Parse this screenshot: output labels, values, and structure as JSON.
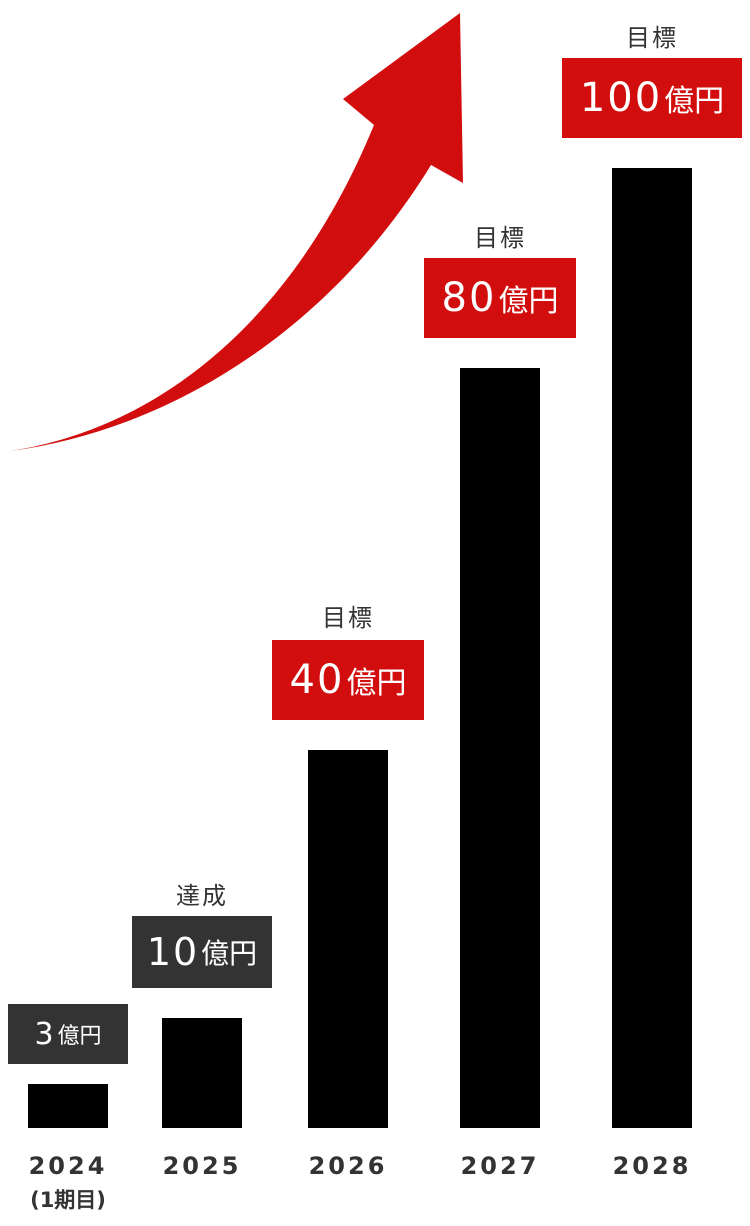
{
  "chart_data": {
    "type": "bar",
    "title": "",
    "xlabel": "",
    "ylabel": "",
    "unit": "億円",
    "categories": [
      "2024",
      "2025",
      "2026",
      "2027",
      "2028"
    ],
    "category_sublabels": [
      "(1期目)",
      "",
      "",
      "",
      ""
    ],
    "values": [
      3,
      10,
      40,
      80,
      100
    ],
    "status_labels": [
      "",
      "達成",
      "目標",
      "目標",
      "目標"
    ],
    "value_labels": [
      "3億円",
      "10億円",
      "40億円",
      "80億円",
      "100億円"
    ],
    "ylim": [
      0,
      100
    ],
    "grid": false,
    "legend": null,
    "annotations": [
      "Red upward curved arrow indicating growth"
    ]
  },
  "colors": {
    "bar": "#000000",
    "achieved_box": "#333333",
    "target_box": "#d20d0d",
    "arrow": "#d20d0d",
    "text": "#333333"
  },
  "bars": [
    {
      "year": "2024",
      "sub": "(1期目)",
      "status": "",
      "num": "3",
      "unit": "億円"
    },
    {
      "year": "2025",
      "sub": "",
      "status": "達成",
      "num": "10",
      "unit": "億円"
    },
    {
      "year": "2026",
      "sub": "",
      "status": "目標",
      "num": "40",
      "unit": "億円"
    },
    {
      "year": "2027",
      "sub": "",
      "status": "目標",
      "num": "80",
      "unit": "億円"
    },
    {
      "year": "2028",
      "sub": "",
      "status": "目標",
      "num": "100",
      "unit": "億円"
    }
  ]
}
